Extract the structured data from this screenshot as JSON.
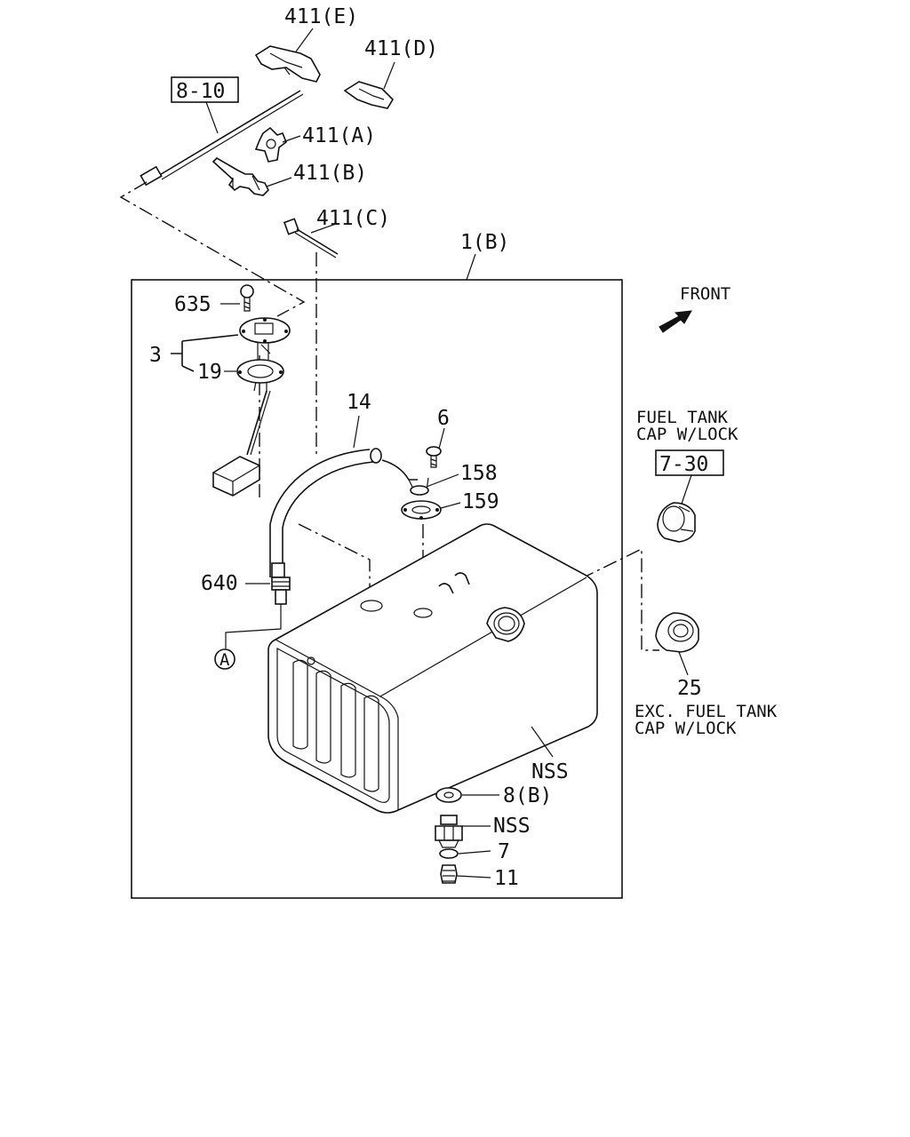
{
  "diagram": {
    "front_label": "FRONT",
    "with_lock_note": [
      "FUEL TANK",
      "CAP W/LOCK"
    ],
    "without_lock_note": [
      "EXC. FUEL TANK",
      "CAP W/LOCK"
    ],
    "ref_boxes": {
      "harness": "8-10",
      "cap": "7-30"
    },
    "callouts": {
      "p411e": "411(E)",
      "p411d": "411(D)",
      "p411a": "411(A)",
      "p411b": "411(B)",
      "p411c": "411(C)",
      "p1b": "1(B)",
      "p635": "635",
      "p3": "3",
      "p19": "19",
      "p14": "14",
      "p6": "6",
      "p158": "158",
      "p159": "159",
      "p640": "640",
      "circle_a": "A",
      "p25": "25",
      "nss_tank": "NSS",
      "p8b": "8(B)",
      "nss_plug": "NSS",
      "p7": "7",
      "p11": "11"
    }
  }
}
